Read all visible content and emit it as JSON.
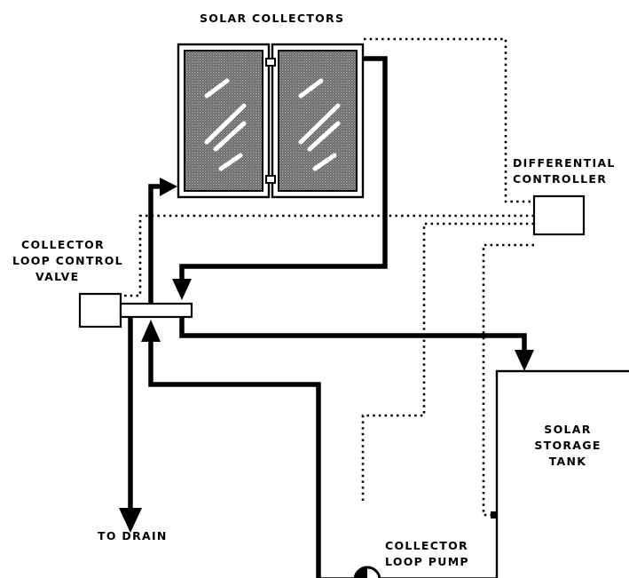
{
  "labels": {
    "solar_collectors": "SOLAR COLLECTORS",
    "differential_controller": [
      "DIFFERENTIAL",
      "CONTROLLER"
    ],
    "collector_loop_control_valve": [
      "COLLECTOR",
      "LOOP CONTROL",
      "VALVE"
    ],
    "to_drain": "TO DRAIN",
    "solar_storage_tank": [
      "SOLAR",
      "STORAGE",
      "TANK"
    ],
    "collector_loop_pump": [
      "COLLECTOR",
      "LOOP PUMP"
    ]
  },
  "colors": {
    "line": "#000000",
    "background": "#ffffff",
    "collector_glazing": "#7a7a7a"
  },
  "icons": {
    "pump": "circle-pump-icon",
    "arrow": "solid-triangle-arrowhead"
  }
}
